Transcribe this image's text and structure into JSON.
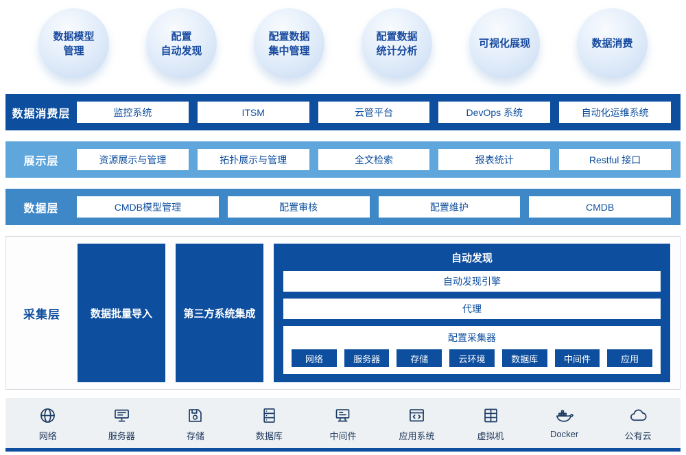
{
  "colors": {
    "dark_blue": "#0d4e9e",
    "light_blue": "#5ea6db",
    "mid_blue": "#3e88c8",
    "bubble_text": "#17499e",
    "icon_color": "#1c3c63",
    "bottom_bar_bg": "#eef1f4"
  },
  "bubbles": [
    {
      "label_lines": [
        "数据模型",
        "管理"
      ]
    },
    {
      "label_lines": [
        "配置",
        "自动发现"
      ]
    },
    {
      "label_lines": [
        "配置数据",
        "集中管理"
      ]
    },
    {
      "label_lines": [
        "配置数据",
        "统计分析"
      ]
    },
    {
      "label_lines": [
        "可视化展现"
      ]
    },
    {
      "label_lines": [
        "数据消费"
      ]
    }
  ],
  "layers": [
    {
      "name": "数据消费层",
      "items": [
        "监控系统",
        "ITSM",
        "云管平台",
        "DevOps 系统",
        "自动化运维系统"
      ]
    },
    {
      "name": "展示层",
      "items": [
        "资源展示与管理",
        "拓扑展示与管理",
        "全文检索",
        "报表统计",
        "Restful 接口"
      ]
    },
    {
      "name": "数据层",
      "items": [
        "CMDB模型管理",
        "配置审核",
        "配置维护",
        "CMDB"
      ]
    }
  ],
  "collection_layer": {
    "name": "采集层",
    "blocks": [
      "数据批量导入",
      "第三方系统集成"
    ],
    "auto_discovery": {
      "title": "自动发现",
      "rows": [
        "自动发现引擎",
        "代理"
      ],
      "collector": {
        "title": "配置采集器",
        "items": [
          "网络",
          "服务器",
          "存储",
          "云环境",
          "数据库",
          "中间件",
          "应用"
        ]
      }
    }
  },
  "bottom_bar": {
    "items": [
      {
        "icon": "globe-icon",
        "label": "网络"
      },
      {
        "icon": "server-icon",
        "label": "服务器"
      },
      {
        "icon": "storage-icon",
        "label": "存储"
      },
      {
        "icon": "database-icon",
        "label": "数据库"
      },
      {
        "icon": "middleware-icon",
        "label": "中间件"
      },
      {
        "icon": "app-system-icon",
        "label": "应用系统"
      },
      {
        "icon": "vm-icon",
        "label": "虚拟机"
      },
      {
        "icon": "docker-icon",
        "label": "Docker"
      },
      {
        "icon": "cloud-icon",
        "label": "公有云"
      }
    ]
  }
}
